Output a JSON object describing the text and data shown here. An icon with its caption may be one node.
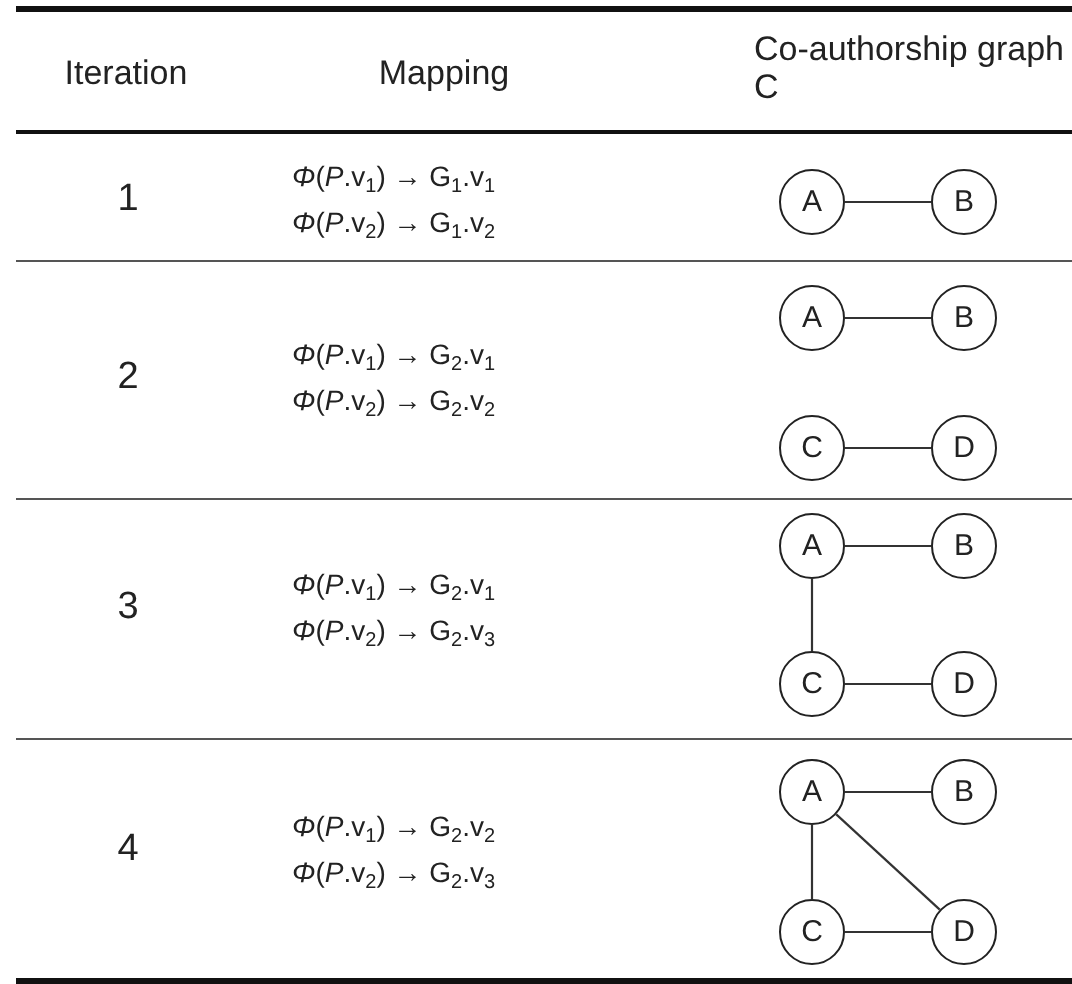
{
  "diagram": {
    "nodes": [
      {
        "text": [
          "A"
        ]
      },
      {
        "text": [
          "B"
        ]
      },
      {
        "text": [
          "A"
        ]
      },
      {
        "text": [
          "B"
        ]
      },
      {
        "text": [
          "C"
        ]
      },
      {
        "text": [
          "D"
        ]
      },
      {
        "text": [
          "A"
        ]
      },
      {
        "text": [
          "B"
        ]
      },
      {
        "text": [
          "C"
        ]
      },
      {
        "text": [
          "D"
        ]
      },
      {
        "text": [
          "A"
        ]
      },
      {
        "text": [
          "B"
        ]
      },
      {
        "text": [
          "C"
        ]
      },
      {
        "text": [
          "D"
        ]
      }
    ],
    "edges": [
      {
        "from": 0,
        "to": 1,
        "arrow": "none"
      },
      {
        "from": 2,
        "to": 3,
        "arrow": "none"
      },
      {
        "from": 4,
        "to": 5,
        "arrow": "none"
      },
      {
        "from": 6,
        "to": 7,
        "arrow": "none"
      },
      {
        "from": 6,
        "to": 8,
        "arrow": "none"
      },
      {
        "from": 8,
        "to": 9,
        "arrow": "none"
      },
      {
        "from": 10,
        "to": 11,
        "arrow": "none"
      },
      {
        "from": 10,
        "to": 12,
        "arrow": "none"
      },
      {
        "from": 10,
        "to": 13,
        "arrow": "none"
      },
      {
        "from": 12,
        "to": 13,
        "arrow": "none"
      }
    ],
    "labels": [
      "Iteration",
      "Mapping",
      "Co-authorship graph C",
      "1",
      "*Φ*(*P*.v$_{1}$) → G$_{1}$.v$_{1}$",
      "*Φ*(*P*.v$_{2}$) → G$_{1}$.v$_{2}$",
      "2",
      "*Φ*(*P*.v$_{1}$) → G$_{2}$.v$_{1}$",
      "*Φ*(*P*.v$_{2}$) → G$_{2}$.v$_{2}$",
      "3",
      "*Φ*(*P*.v$_{1}$) → G$_{2}$.v$_{1}$",
      "*Φ*(*P*.v$_{2}$) → G$_{2}$.v$_{3}$",
      "4",
      "*Φ*(*P*.v$_{1}$) → G$_{2}$.v$_{2}$",
      "*Φ*(*P*.v$_{2}$) → G$_{2}$.v$_{3}$"
    ]
  }
}
